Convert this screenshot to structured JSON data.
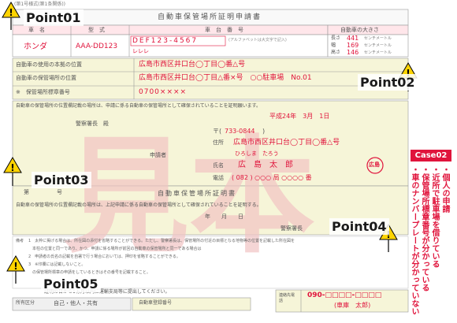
{
  "form": {
    "title": "自動車保管場所証明申請書",
    "header_small": "(第1号様式(第1条関係))",
    "col_name": "車　名",
    "col_model": "型　式",
    "col_chassis": "車　台　番　号",
    "col_size": "自動車の大きさ",
    "car_name": "ホンダ",
    "car_model": "AAA-DD123",
    "chassis_number": "DEF123-4567",
    "chassis_note": "(アルファベットは大文字で記入)",
    "chassis_sub": "レレレ",
    "size_length_label": "長さ",
    "size_length": "441",
    "size_width_label": "幅",
    "size_width": "169",
    "size_height_label": "高さ",
    "size_height": "146",
    "size_unit": "センチメートル",
    "base_location_label": "自動車の使用の本拠の位置",
    "base_location": "広島市西区井口台◯丁目◯番△号",
    "storage_location_label": "自動車の保管場所の位置",
    "storage_location": "広島市西区井口台◯丁目△番×号　○○駐車場　No.01",
    "sticker_label": "※　保管場所標章番号",
    "sticker_number": "0700××××",
    "declaration": "自動車の保管場所の位置欄記載の場所は、申請に係る自動車の保管場所として確保されていることを証明願います。",
    "date": "平成24年　3月　1日",
    "police_chief": "警察署長　殿",
    "applicant_label": "申請者",
    "postal_prefix": "〒(",
    "postal_code": "733-0844",
    "postal_suffix": ")",
    "address_label": "住所",
    "address": "広島市西区井口台◯丁目◯番△号",
    "furigana": "ひろしま　たろう",
    "name_label": "氏名",
    "name": "広　島　太　郎",
    "seal": "広島",
    "phone_label": "電話",
    "phone": "( 082 ) ○○○ 局 ○○○○ 番",
    "cert_number_label": "第　　　　　号",
    "cert_title": "自動車保管場所証明書",
    "cert_text": "自動車の保管場所の位置欄記載の場所は、上記申請に係る自動車の保管場所として確保されていることを証明する。",
    "cert_date": "年　　月　　日",
    "cert_chief": "警察署長",
    "notes_label": "備考",
    "notes_1": "1　太枠に掲げる場合は、所在図の添付を省略することができる。ただし、警察署長は、保管場所の付近の目標となる地物等の位置を記載した所在図を",
    "notes_2": "　本柱の位置と同一であり、かつ、申請に係る場所が前回の自動車の保管場所と同一である場合は",
    "notes_3": "2　申請者の氏名の記載を自署で行う場合においては、押印を省略することができる。",
    "notes_4": "3　※印欄には記載しないこと。",
    "notes_5": "　の保管場所標章の申請をしているときはその番号を記載すること。",
    "notes_bottom": "証明の日から1ヵ月以内に運輸支局等に提出してください。",
    "ownership_label": "所有区分",
    "ownership_value": "自己・他人・共有",
    "registration_label": "自動車登録番号",
    "contact_label": "連絡先電話",
    "contact_phone": "090-□□□□-□□□□",
    "contact_name": "(車庫　太郎)"
  },
  "watermark": "見本",
  "points": {
    "p1": "Point01",
    "p2": "Point02",
    "p3": "Point03",
    "p4": "Point04",
    "p5": "Point05"
  },
  "case": {
    "label": "Case02",
    "line1": "・個人の申請",
    "line2": "・近所で駐車場を借りている",
    "line3": "・保管場所標章番号が分かっている",
    "line4": "・車のナンバープレートが分かっていない"
  },
  "colors": {
    "accent": "#e0143c",
    "form_bg": "#f6f5d8",
    "header_bg": "#ffe6ea",
    "border": "#888888"
  }
}
